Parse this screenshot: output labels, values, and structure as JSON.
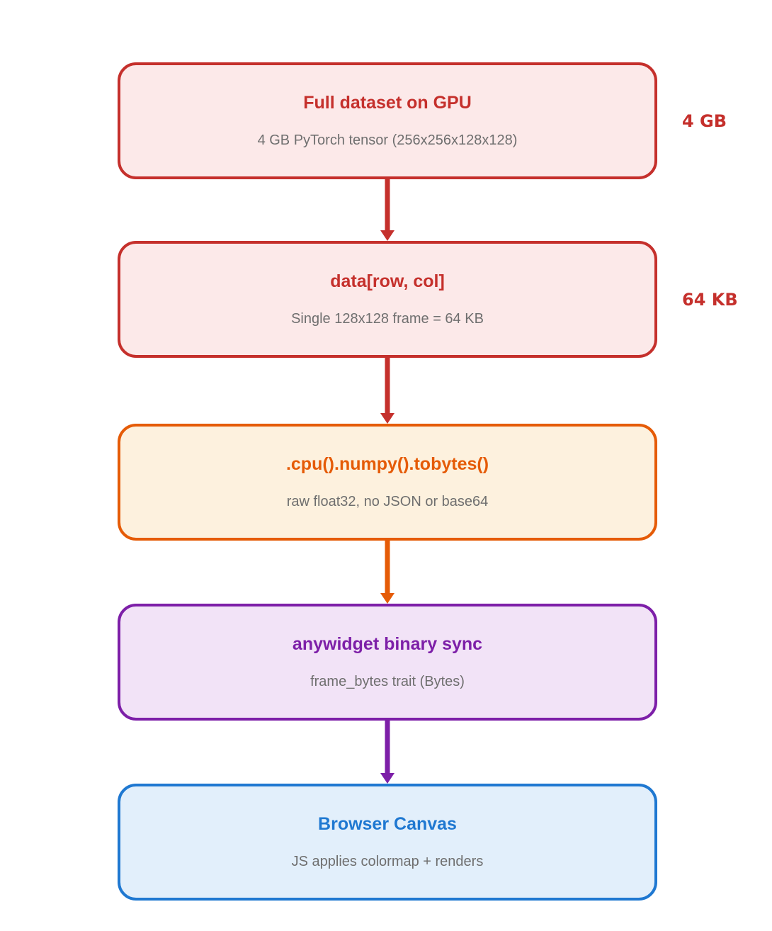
{
  "page": {
    "background": "#ffffff",
    "subtitle_color": "#6f6f6f"
  },
  "diagram": {
    "stages": [
      {
        "title": "Full dataset on GPU",
        "subtitle": "4 GB PyTorch tensor (256x256x128x128)",
        "side_label": "4 GB",
        "accent": "#c5302c",
        "fill": "#fce9e9",
        "arrow_color": "#c5302c"
      },
      {
        "title": "data[row, col]",
        "subtitle": "Single 128x128 frame = 64 KB",
        "side_label": "64 KB",
        "accent": "#c5302c",
        "fill": "#fce9e9",
        "arrow_color": "#c5302c"
      },
      {
        "title": ".cpu().numpy().tobytes()",
        "subtitle": "raw float32, no JSON or base64",
        "side_label": "",
        "accent": "#e55b07",
        "fill": "#fdf1de",
        "arrow_color": "#e55b07"
      },
      {
        "title": "anywidget binary sync",
        "subtitle": "frame_bytes trait (Bytes)",
        "side_label": "",
        "accent": "#7d1fa8",
        "fill": "#f2e3f7",
        "arrow_color": "#7d1fa8"
      },
      {
        "title": "Browser Canvas",
        "subtitle": "JS applies colormap + renders",
        "side_label": "",
        "accent": "#1f78d1",
        "fill": "#e2effb",
        "arrow_color": null
      }
    ]
  }
}
